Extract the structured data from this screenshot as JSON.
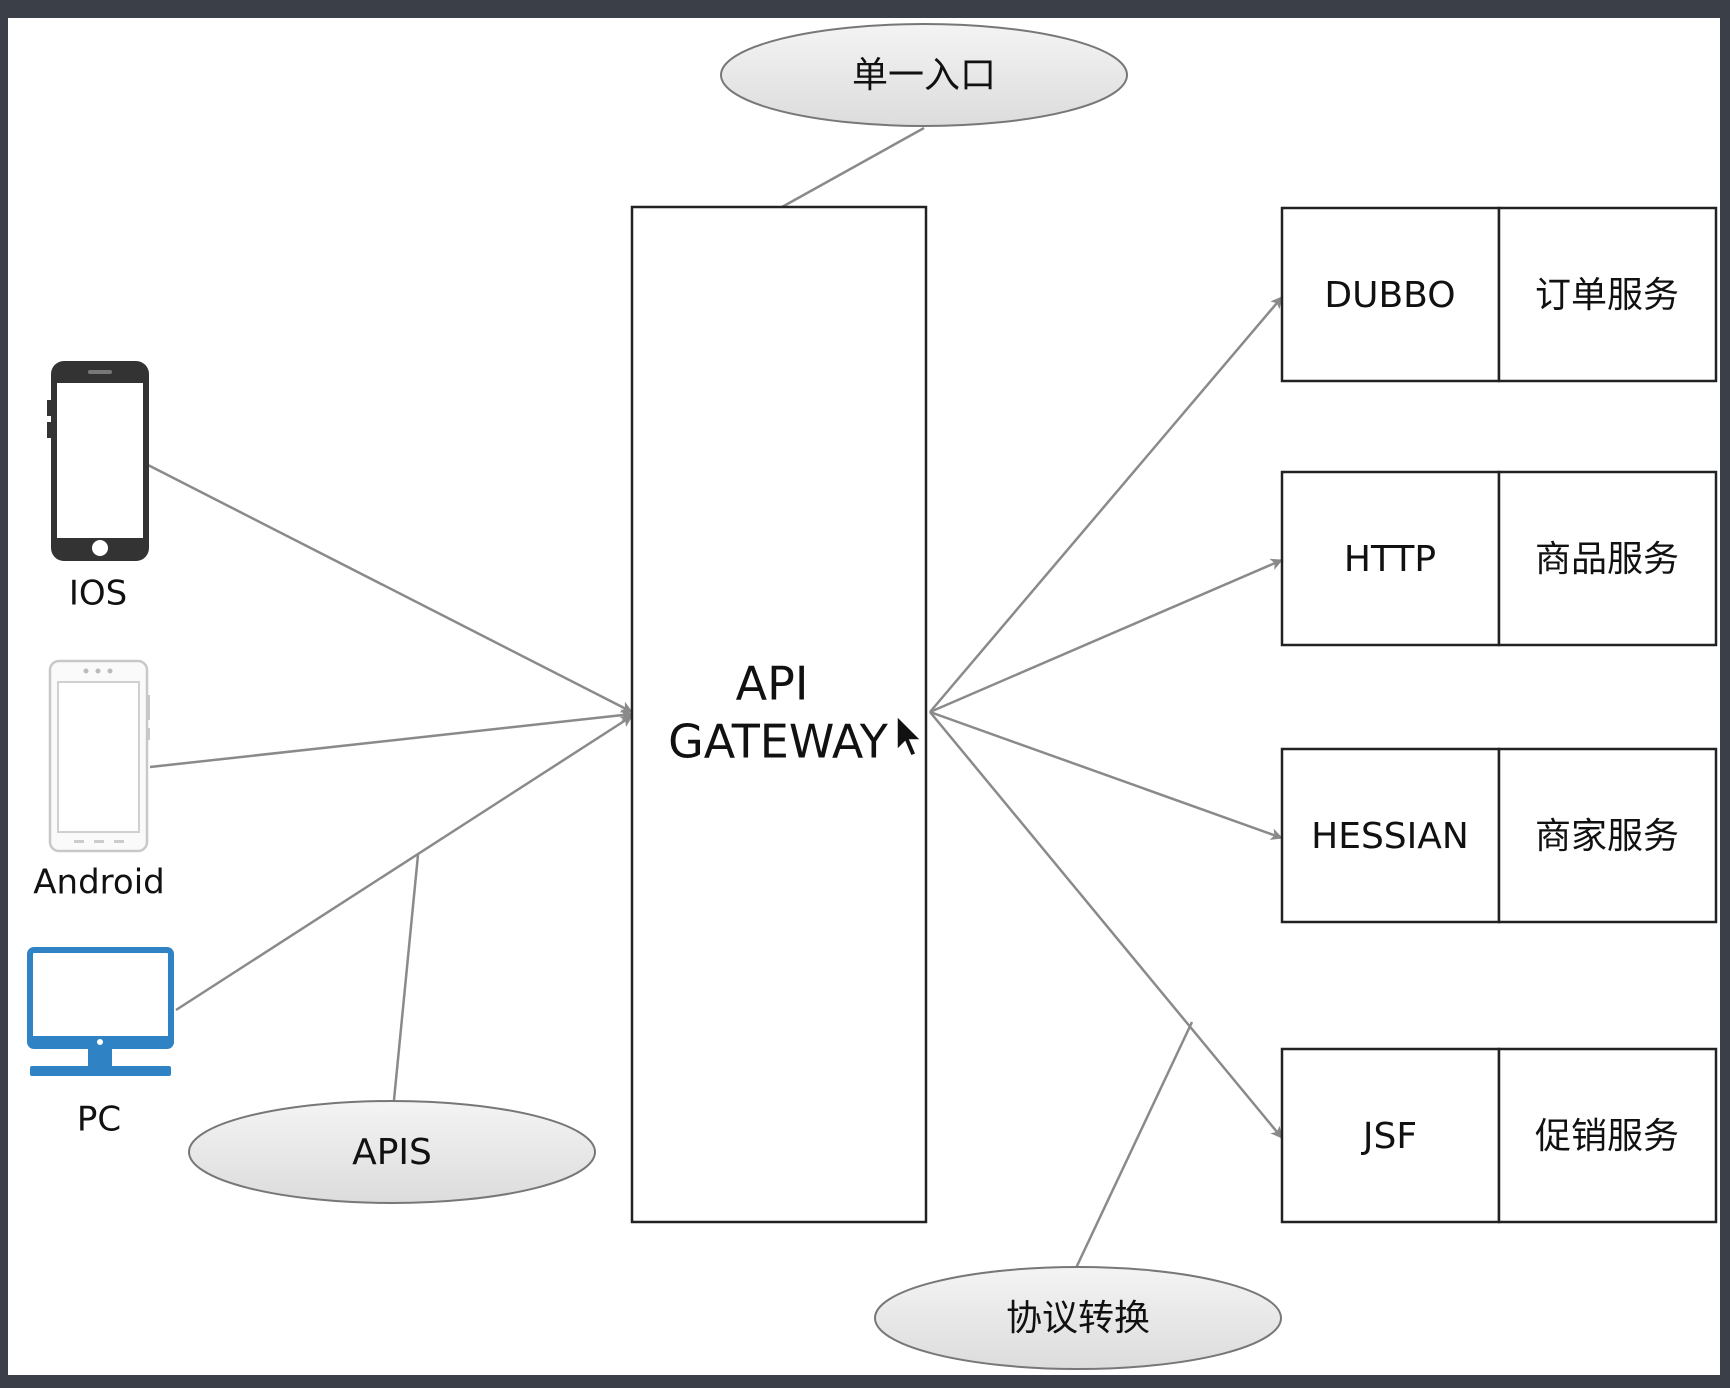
{
  "labels": {
    "single_entry": "单一入口",
    "gateway_line1": "API",
    "gateway_line2": "GATEWAY",
    "apis": "APIS",
    "protocol_conversion": "协议转换"
  },
  "clients": [
    {
      "label": "IOS",
      "icon": "iphone-icon"
    },
    {
      "label": "Android",
      "icon": "android-phone-icon"
    },
    {
      "label": "PC",
      "icon": "desktop-monitor-icon"
    }
  ],
  "services": [
    {
      "protocol": "DUBBO",
      "service": "订单服务"
    },
    {
      "protocol": "HTTP",
      "service": "商品服务"
    },
    {
      "protocol": "HESSIAN",
      "service": "商家服务"
    },
    {
      "protocol": "JSF",
      "service": "促销服务"
    }
  ],
  "colors": {
    "frame": "#3a3f48",
    "background": "#ffffff",
    "line": "#8a8a8a",
    "ellipse_fill": "#e8e8e8",
    "pc_blue": "#2f83c5",
    "iphone_dark": "#333333"
  }
}
